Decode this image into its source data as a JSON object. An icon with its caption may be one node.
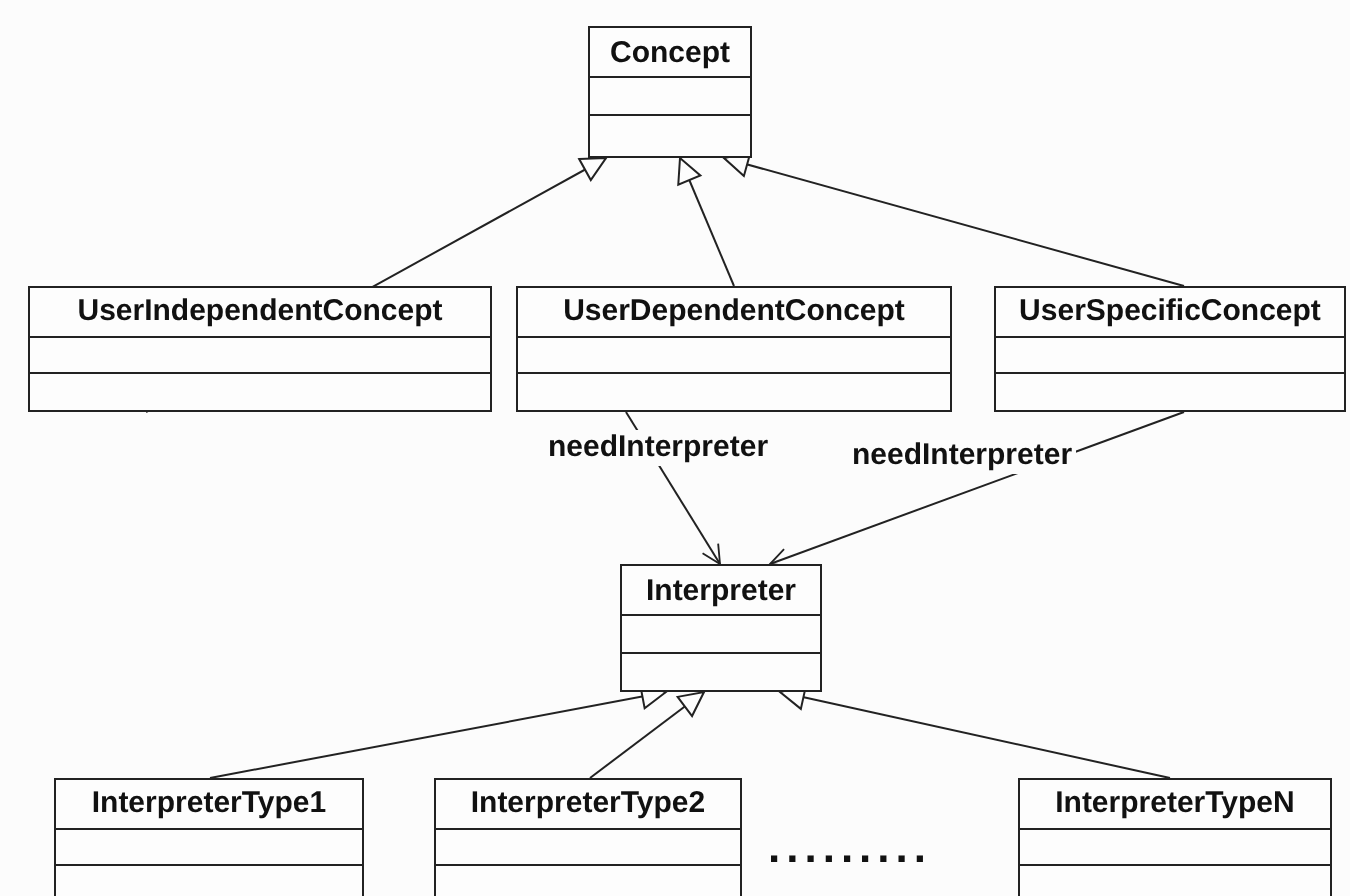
{
  "diagram": {
    "nodes": [
      {
        "text": [
          "Concept"
        ]
      },
      {
        "text": [
          "UserIndependentConcept"
        ]
      },
      {
        "text": [
          "UserDependentConcept"
        ]
      },
      {
        "text": [
          "UserSpecificConcept"
        ]
      },
      {
        "text": [
          "Interpreter"
        ]
      },
      {
        "text": [
          "InterpreterType1"
        ]
      },
      {
        "text": [
          "InterpreterType2"
        ]
      },
      {
        "text": [
          "InterpreterTypeN"
        ]
      }
    ],
    "edges": [
      {
        "from": 1,
        "to": 0,
        "arrow": "to"
      },
      {
        "from": 2,
        "to": 0,
        "arrow": "to"
      },
      {
        "from": 3,
        "to": 0,
        "arrow": "to"
      },
      {
        "from": 2,
        "to": 4,
        "arrow": "to",
        "label": "needInterpreter"
      },
      {
        "from": 3,
        "to": 4,
        "arrow": "to",
        "label": "needInterpreter"
      },
      {
        "from": 5,
        "to": 4,
        "arrow": "to"
      },
      {
        "from": 6,
        "to": 4,
        "arrow": "to"
      },
      {
        "from": 7,
        "to": 4,
        "arrow": "to"
      }
    ],
    "labels": [
      "........."
    ]
  }
}
